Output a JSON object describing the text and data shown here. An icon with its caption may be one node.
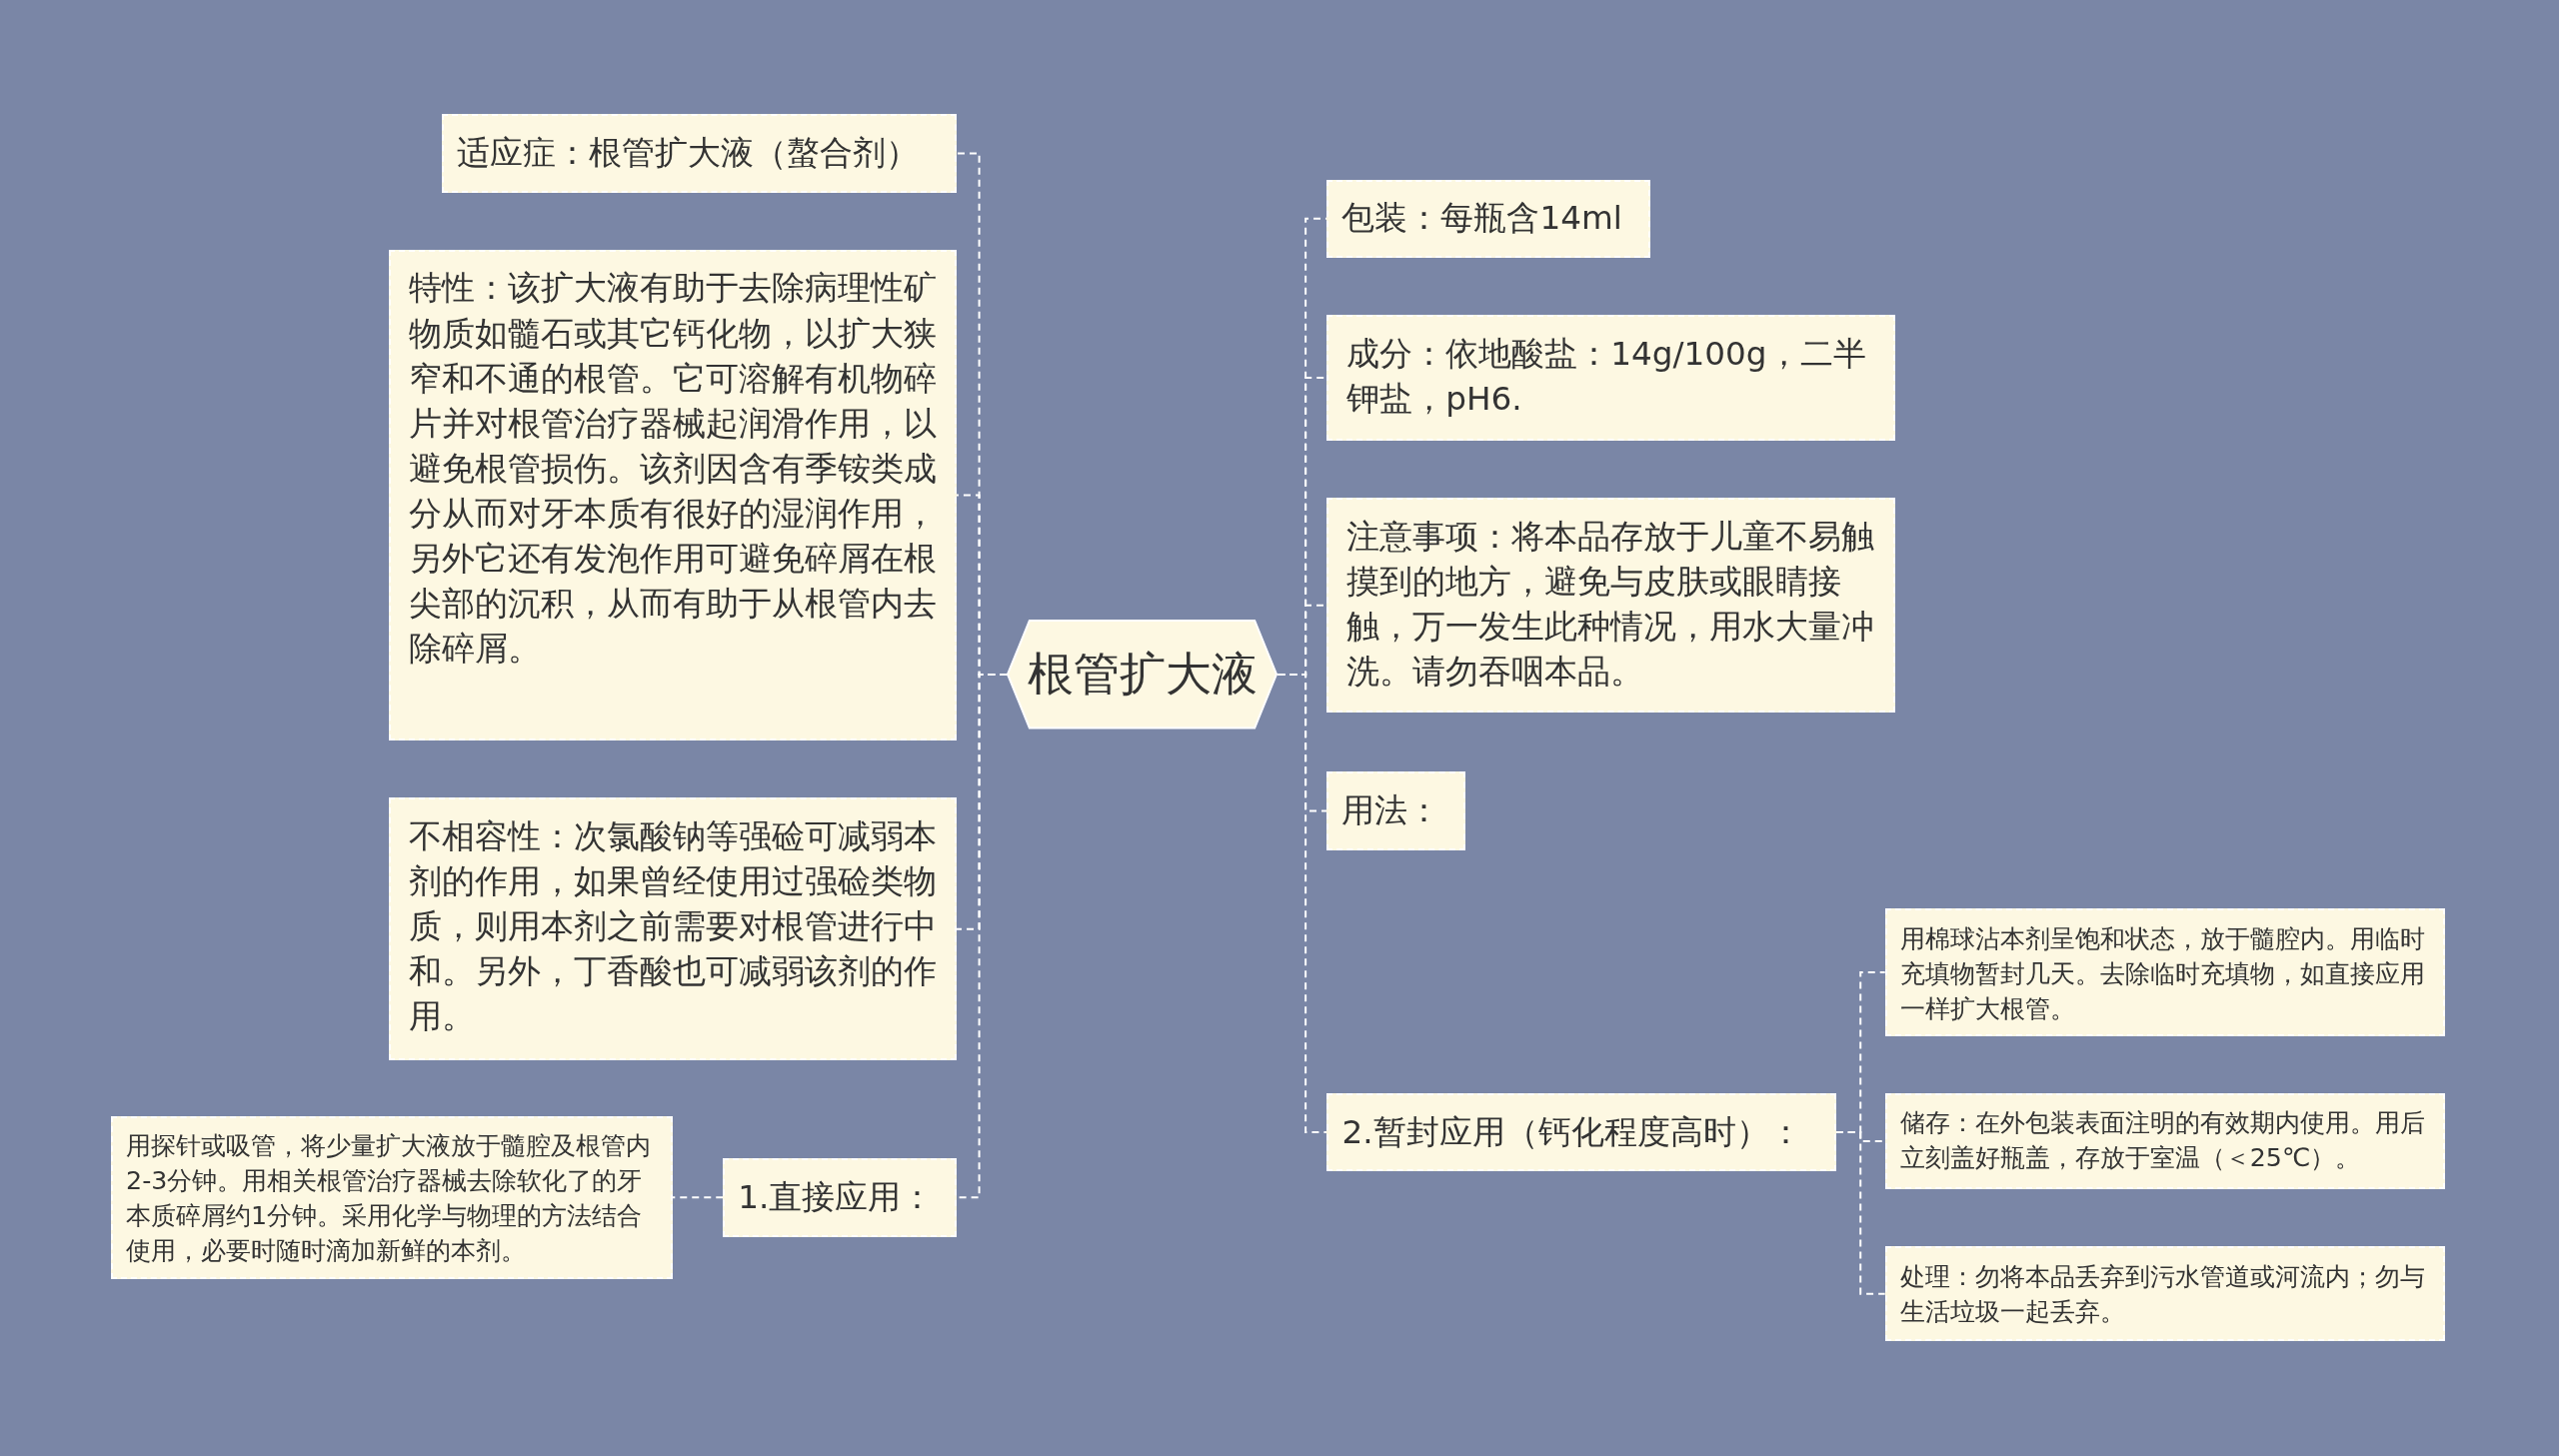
{
  "diagram": {
    "nodes": [
      {
        "text": [
          "根管扩大液"
        ]
      },
      {
        "text": [
          "适应症：根管扩大液（螯合剂）"
        ]
      },
      {
        "text": [
          "特性：该扩大液有助于去除病理性矿物质如髓石或其它钙化物，以扩大狭窄和不通的根管。它可溶解有机物碎片并对根管治疗器械起润滑作用，以避免根管损伤。该剂因含有季铵类成分从而对牙本质有很好的湿润作用，另外它还有发泡作用可避免碎屑在根尖部的沉积，从而有助于从根管内去除碎屑。"
        ]
      },
      {
        "text": [
          "不相容性：次氯酸钠等强硷可减弱本剂的作用，如果曾经使用过强硷类物质，则用本剂之前需要对根管进行中和。另外，丁香酸也可减弱该剂的作用。"
        ]
      },
      {
        "text": [
          "1.直接应用："
        ]
      },
      {
        "text": [
          "用探针或吸管，将少量扩大液放于髓腔及根管内2-3分钟。用相关根管治疗器械去除软化了的牙本质碎屑约1分钟。采用化学与物理的方法结合使用，必要时随时滴加新鲜的本剂。"
        ]
      },
      {
        "text": [
          "包装：每瓶含14ml"
        ]
      },
      {
        "text": [
          "成分：依地酸盐：14g/100g，二半钾盐，pH6."
        ]
      },
      {
        "text": [
          "注意事项：将本品存放于儿童不易触摸到的地方，避免与皮肤或眼睛接触，万一发生此种情况，用水大量冲洗。请勿吞咽本品。"
        ]
      },
      {
        "text": [
          "用法："
        ]
      },
      {
        "text": [
          "2.暂封应用（钙化程度高时）："
        ]
      },
      {
        "text": [
          "用棉球沾本剂呈饱和状态，放于髓腔内。用临时充填物暂封几天。去除临时充填物，如直接应用一样扩大根管。"
        ]
      },
      {
        "text": [
          "储存：在外包装表面注明的有效期内使用。用后立刻盖好瓶盖，存放于室温（＜25℃）。"
        ]
      },
      {
        "text": [
          "处理：勿将本品丢弃到污水管道或河流内；勿与生活垃圾一起丢弃。"
        ]
      }
    ],
    "edges": [
      {
        "from": 0,
        "to": 1,
        "arrow": "none"
      },
      {
        "from": 0,
        "to": 2,
        "arrow": "none"
      },
      {
        "from": 0,
        "to": 3,
        "arrow": "none"
      },
      {
        "from": 0,
        "to": 4,
        "arrow": "none"
      },
      {
        "from": 4,
        "to": 5,
        "arrow": "none"
      },
      {
        "from": 0,
        "to": 6,
        "arrow": "none"
      },
      {
        "from": 0,
        "to": 7,
        "arrow": "none"
      },
      {
        "from": 0,
        "to": 8,
        "arrow": "none"
      },
      {
        "from": 0,
        "to": 9,
        "arrow": "none"
      },
      {
        "from": 0,
        "to": 10,
        "arrow": "none"
      },
      {
        "from": 10,
        "to": 11,
        "arrow": "none"
      },
      {
        "from": 10,
        "to": 12,
        "arrow": "none"
      },
      {
        "from": 10,
        "to": 13,
        "arrow": "none"
      }
    ]
  }
}
